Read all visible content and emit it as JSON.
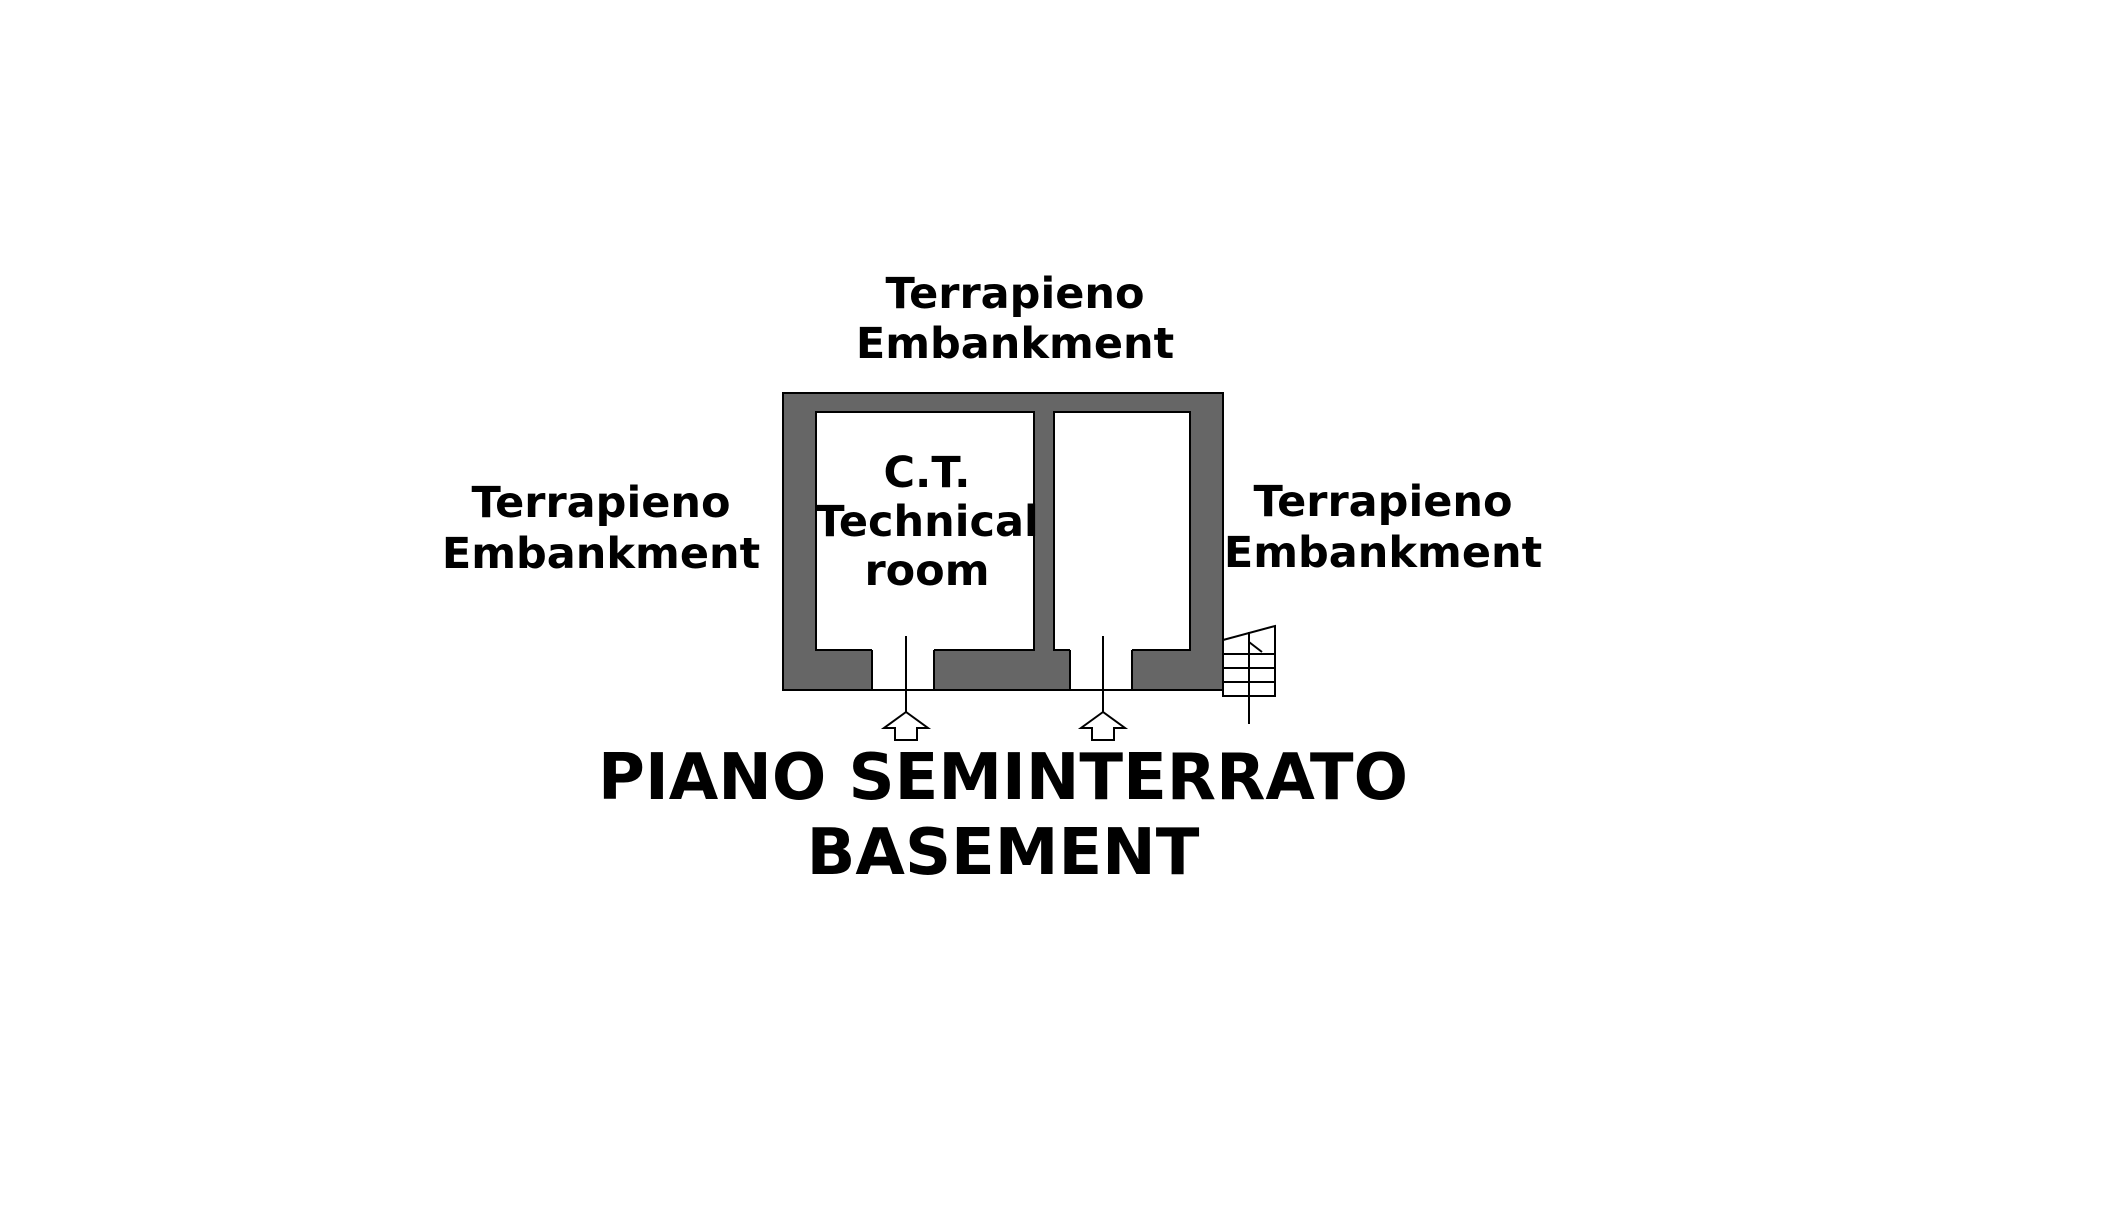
{
  "labels": {
    "top": {
      "line1": "Terrapieno",
      "line2": "Embankment"
    },
    "left": {
      "line1": "Terrapieno",
      "line2": "Embankment"
    },
    "right": {
      "line1": "Terrapieno",
      "line2": "Embankment"
    },
    "technical_room": {
      "line1": "C.T.",
      "line2": "Technical",
      "line3": "room"
    },
    "floor_title": {
      "line1": "PIANO SEMINTERRATO",
      "line2": "BASEMENT"
    }
  },
  "colors": {
    "wall": "#666666",
    "line": "#000000",
    "background": "#ffffff"
  },
  "icons": {
    "entrance": "up-arrow-outline",
    "stairs": "stair-treads"
  }
}
